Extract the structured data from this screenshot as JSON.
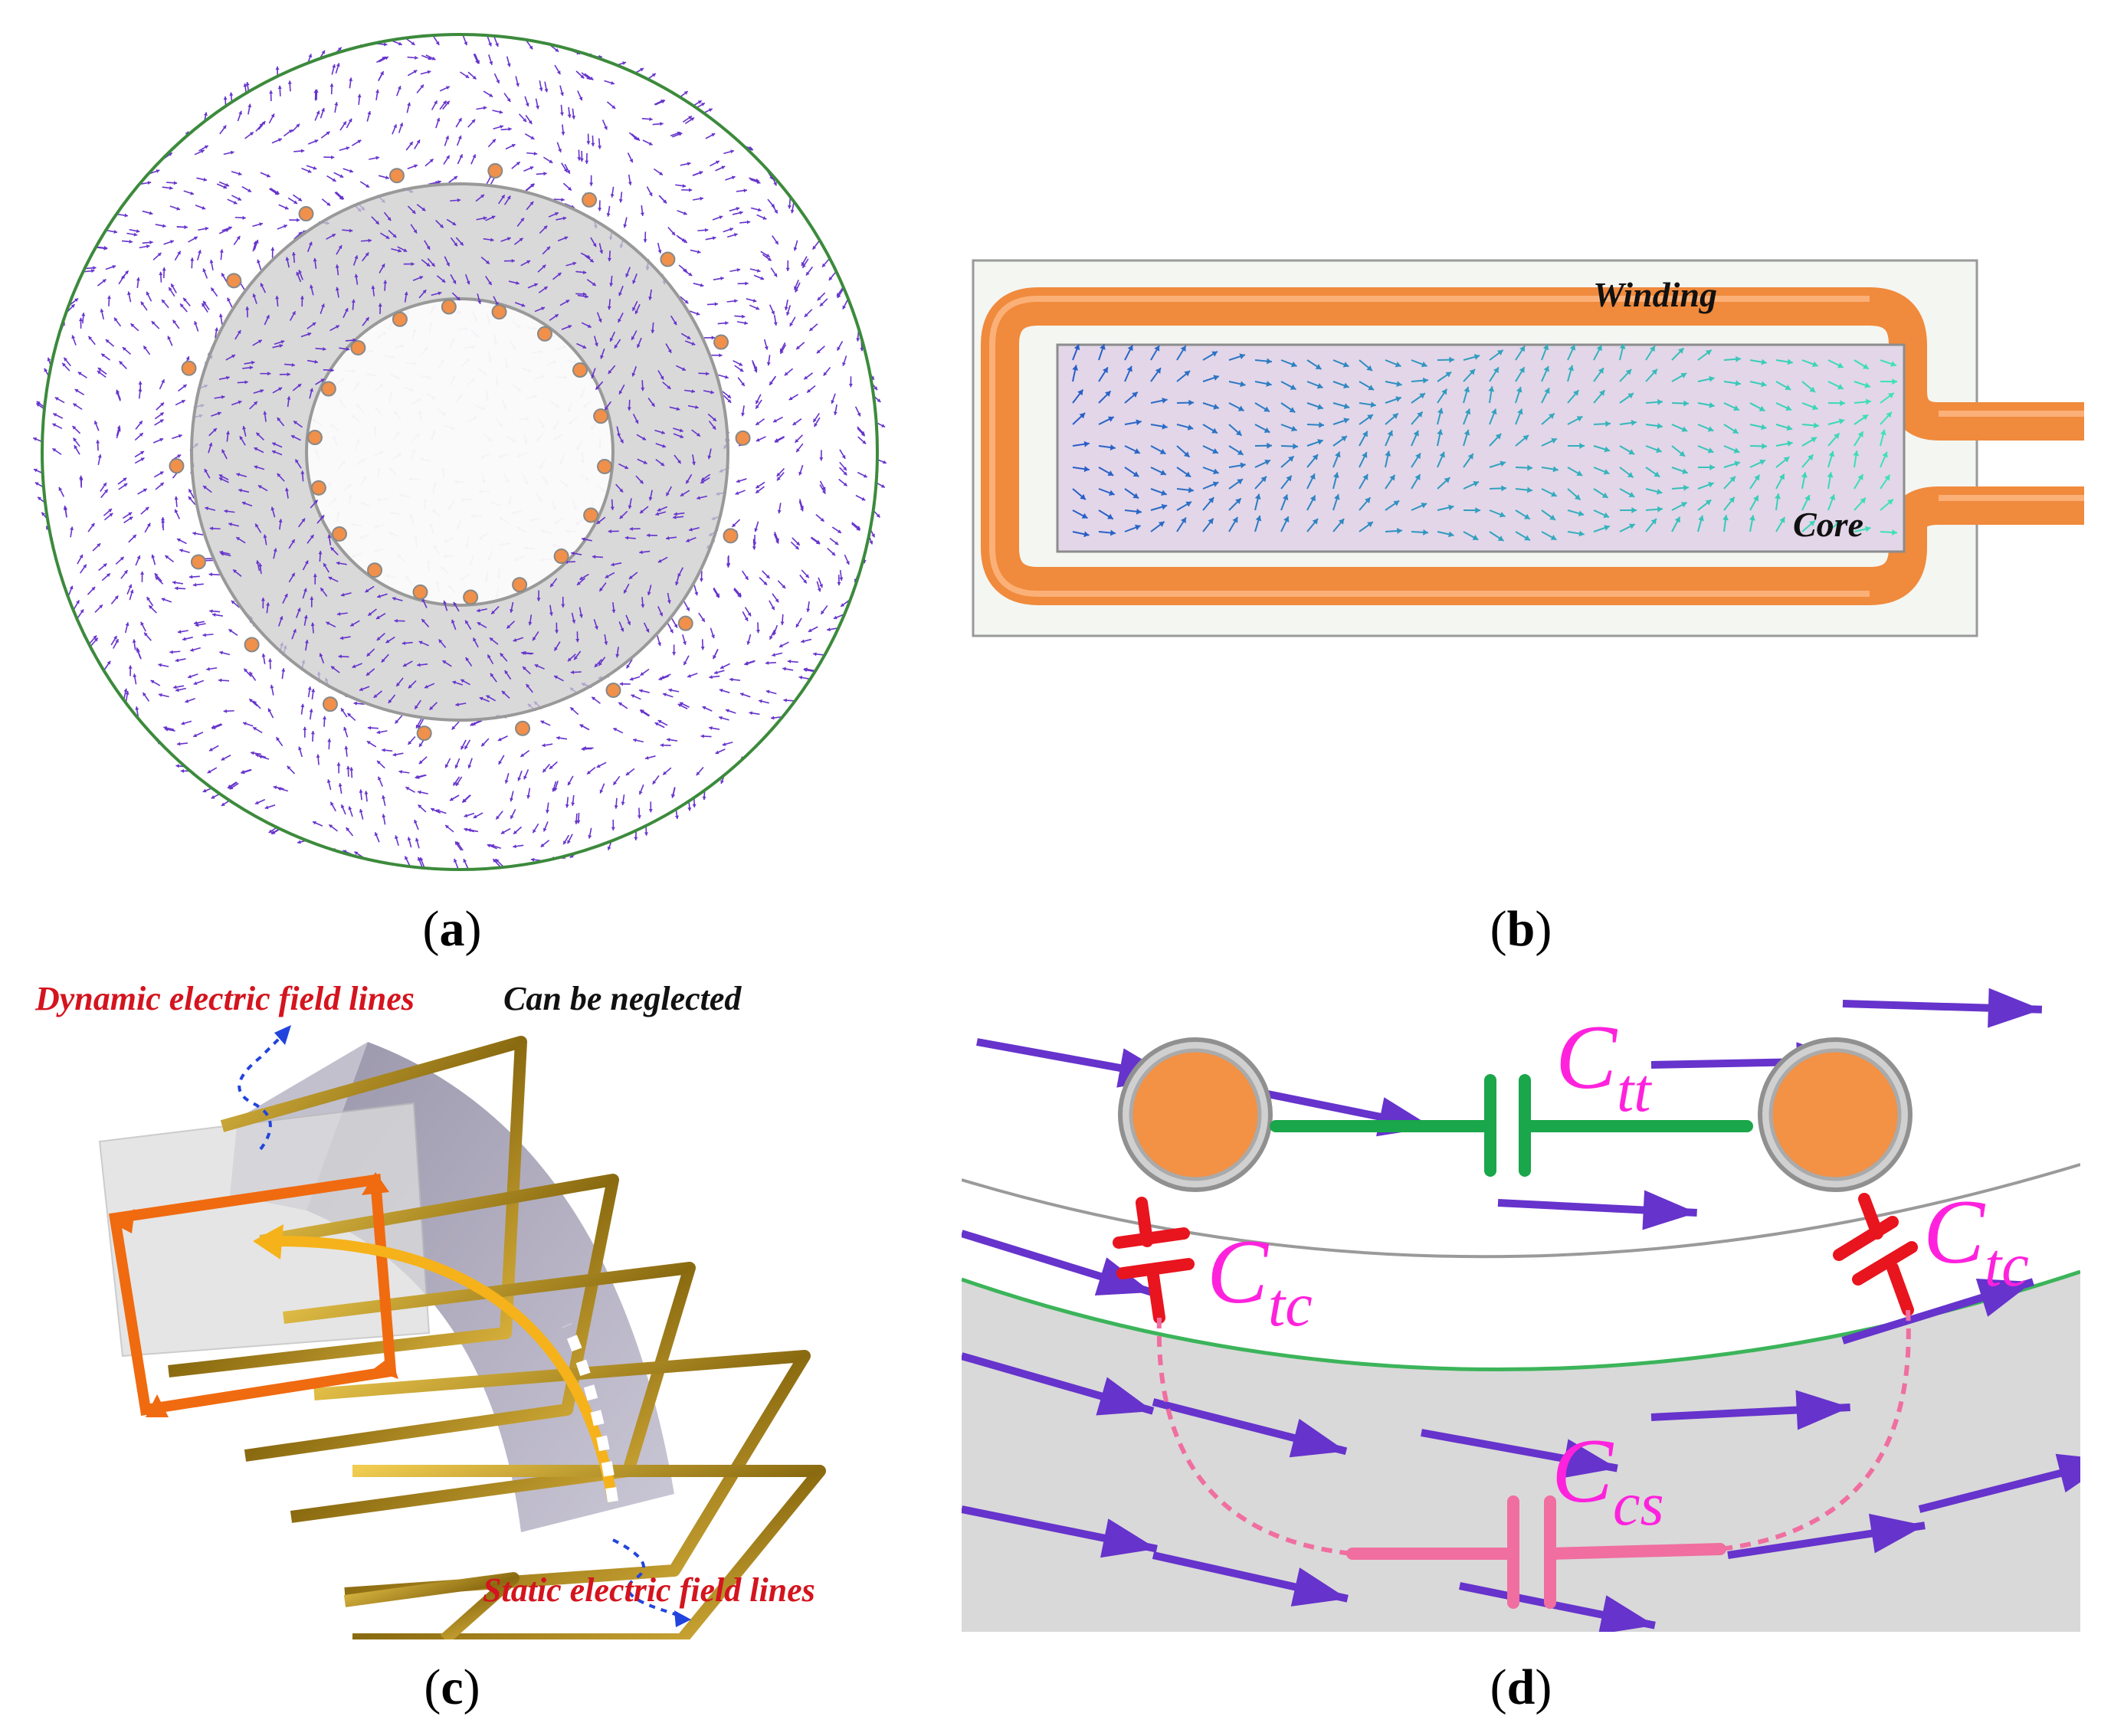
{
  "panels": {
    "a": {
      "caption_open": "(",
      "caption_letter": "a",
      "caption_close": ")"
    },
    "b": {
      "caption_open": "(",
      "caption_letter": "b",
      "caption_close": ")",
      "winding_label": "Winding",
      "core_label": "Core"
    },
    "c": {
      "caption_open": "(",
      "caption_letter": "c",
      "caption_close": ")",
      "dynamic_label": "Dynamic electric field lines",
      "neglect_label": "Can be neglected",
      "static_label": "Static electric field lines"
    },
    "d": {
      "caption_open": "(",
      "caption_letter": "d",
      "caption_close": ")",
      "ctt": {
        "main": "C",
        "sub": "tt"
      },
      "ctc_left": {
        "main": "C",
        "sub": "tc"
      },
      "ctc_right": {
        "main": "C",
        "sub": "tc"
      },
      "ccs": {
        "main": "C",
        "sub": "cs"
      }
    }
  },
  "colors": {
    "field_arrow": "#6633cc",
    "conductor": "#f0904a",
    "core_gray": "#cfcfcf",
    "winding_orange": "#f08a3c",
    "capacitor_green": "#1aa64a",
    "capacitor_red": "#e8141e",
    "capacitor_pink": "#f06ea0",
    "label_magenta": "#ff22dd",
    "label_red": "#d4141e",
    "frame_gold": "#b08a20"
  }
}
